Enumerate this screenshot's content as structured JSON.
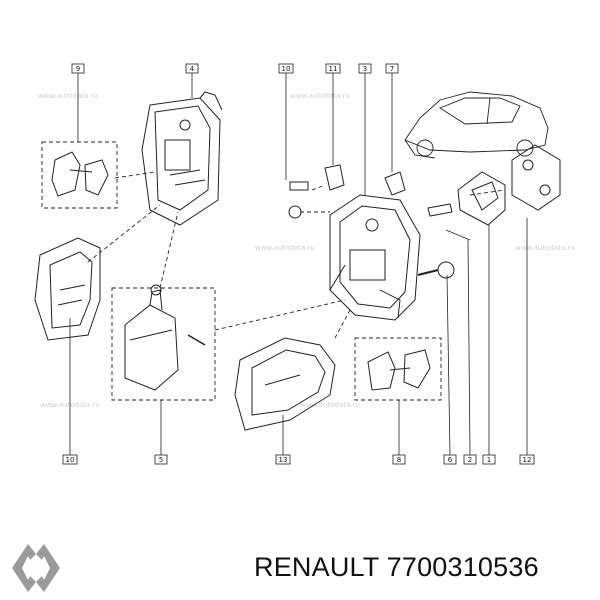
{
  "callouts": [
    "9",
    "4",
    "10",
    "11",
    "3",
    "7",
    "10",
    "5",
    "13",
    "8",
    "6",
    "2",
    "1",
    "12"
  ],
  "watermark": "www.autodata.ru",
  "caption": {
    "brand": "RENAULT",
    "part_number": "7700310536"
  },
  "colors": {
    "line": "#222222",
    "logo": "#9a9a9a",
    "watermark": "#d0d0d0"
  },
  "icons": [
    "renault-logo-icon"
  ]
}
